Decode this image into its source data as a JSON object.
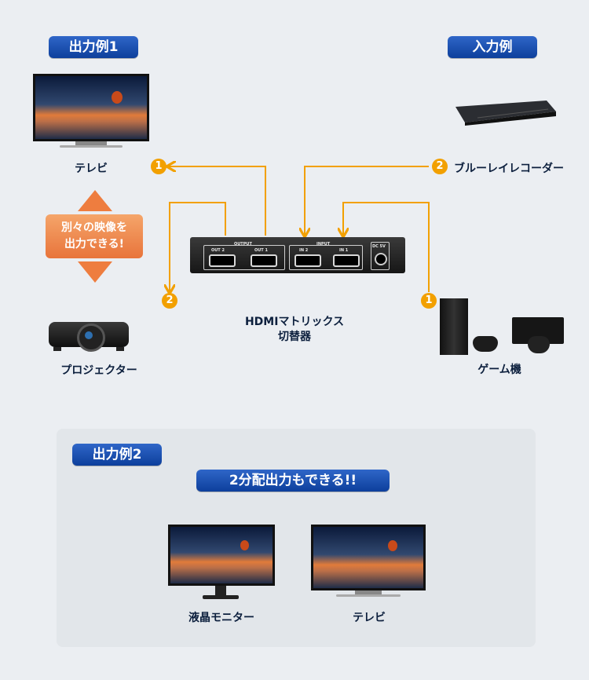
{
  "example1": {
    "title": "出力例1"
  },
  "input_example": {
    "title": "入力例"
  },
  "devices": {
    "tv": "テレビ",
    "projector": "プロジェクター",
    "bluray": "ブルーレイレコーダー",
    "game": "ゲーム機"
  },
  "note": {
    "line1": "別々の映像を",
    "line2": "出力できる!"
  },
  "switcher": {
    "name_line1": "HDMIマトリックス",
    "name_line2": "切替器",
    "output_label": "OUTPUT",
    "input_label": "INPUT",
    "dc_label": "DC 5V",
    "ports": [
      "OUT 2",
      "OUT 1",
      "IN 2",
      "IN 1"
    ]
  },
  "badges": {
    "tv": "1",
    "projector": "2",
    "bluray": "2",
    "game": "1"
  },
  "example2": {
    "title": "出力例2",
    "banner": "2分配出力もできる!!",
    "monitor": "液晶モニター",
    "tv": "テレビ"
  },
  "colors": {
    "arrow": "#f2a000",
    "pill": "#1b4fb5",
    "note": "#ee7d3f"
  }
}
